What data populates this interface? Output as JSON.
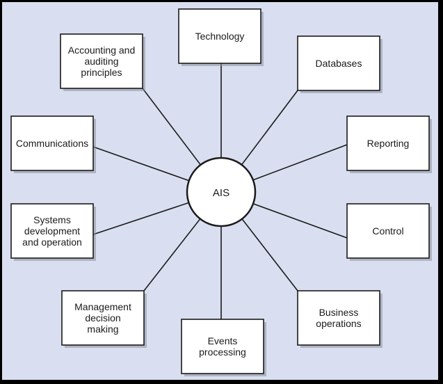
{
  "diagram": {
    "center": {
      "label": "AIS"
    },
    "nodes": [
      {
        "id": "technology",
        "lines": [
          "Technology"
        ]
      },
      {
        "id": "databases",
        "lines": [
          "Databases"
        ]
      },
      {
        "id": "reporting",
        "lines": [
          "Reporting"
        ]
      },
      {
        "id": "control",
        "lines": [
          "Control"
        ]
      },
      {
        "id": "business-operations",
        "lines": [
          "Business",
          "operations"
        ]
      },
      {
        "id": "events-processing",
        "lines": [
          "Events",
          "processing"
        ]
      },
      {
        "id": "management-decision-making",
        "lines": [
          "Management",
          "decision",
          "making"
        ]
      },
      {
        "id": "systems-development-and-operation",
        "lines": [
          "Systems",
          "development",
          "and operation"
        ]
      },
      {
        "id": "communications",
        "lines": [
          "Communications"
        ]
      },
      {
        "id": "accounting-and-auditing-principles",
        "lines": [
          "Accounting and",
          "auditing",
          "principles"
        ]
      }
    ],
    "colors": {
      "background": "#d9dff0",
      "frame": "#000000",
      "box_fill": "#ffffff",
      "box_stroke": "#1a1a1a",
      "shadow": "#8a8f9c",
      "line": "#1a1a1a"
    }
  }
}
